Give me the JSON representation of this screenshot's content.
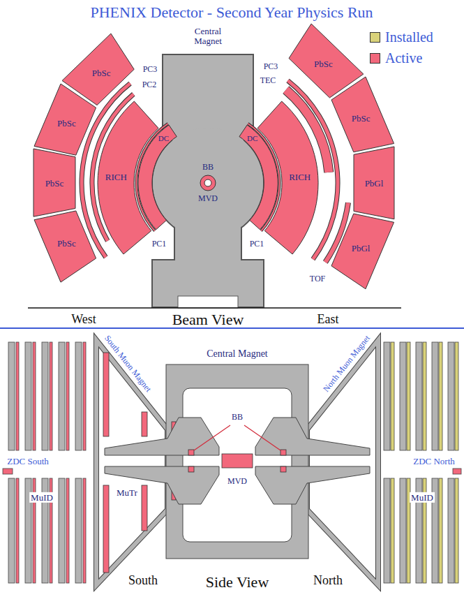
{
  "diagram": {
    "title": "PHENIX Detector - Second Year Physics Run",
    "nodes": [
      {
        "text": [
          "PbSc"
        ]
      },
      {
        "text": [
          "PbSc"
        ]
      },
      {
        "text": [
          "PbSc"
        ]
      },
      {
        "text": [
          "PbSc"
        ]
      },
      {
        "text": [
          "DC"
        ]
      },
      {
        "text": [
          "RICH"
        ]
      },
      {
        "text": [
          "DC"
        ]
      },
      {
        "text": [
          "RICH"
        ]
      },
      {
        "text": [
          "PbSc"
        ]
      },
      {
        "text": [
          "PbSc"
        ]
      },
      {
        "text": [
          "PbGl"
        ]
      },
      {
        "text": [
          "PbGl"
        ]
      }
    ],
    "labels": [
      "Central Magnet",
      "PC3",
      "PC2",
      "PC3",
      "TEC",
      "BB",
      "MVD",
      "PC1",
      "PC1",
      "TOF",
      "West",
      "Beam View",
      "East",
      "South Muon Magnet",
      "Central Magnet",
      "North Muon Magnet",
      "ZDC South",
      "ZDC North",
      "MuID",
      "MuID",
      "MuTr",
      "BB",
      "MVD",
      "South",
      "Side View",
      "North"
    ],
    "legend": [
      {
        "text": "Installed",
        "color": "#d9d27a"
      },
      {
        "text": "Active",
        "color": "#f2687c"
      }
    ]
  }
}
